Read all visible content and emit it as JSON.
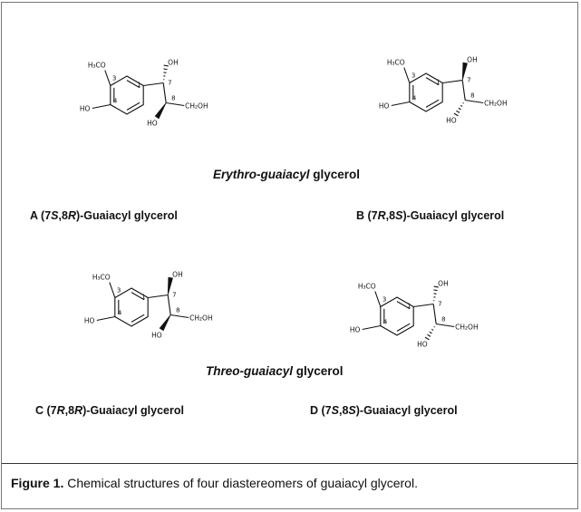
{
  "groups": {
    "erythro": {
      "prefix": "Erythro-guaiacyl",
      "suffix": " glycerol"
    },
    "threo": {
      "prefix": "Threo-guaiacyl",
      "suffix": " glycerol"
    }
  },
  "compounds": [
    {
      "letter": "A",
      "open": " (7",
      "c7": "S",
      "mid": ",8",
      "c8": "R",
      "close": ")-Guaiacyl glycerol"
    },
    {
      "letter": "B",
      "open": " (7",
      "c7": "R",
      "mid": ",8",
      "c8": "S",
      "close": ")-Guaiacyl glycerol"
    },
    {
      "letter": "C",
      "open": " (7",
      "c7": "R",
      "mid": ",8",
      "c8": "R",
      "close": ")-Guaiacyl glycerol"
    },
    {
      "letter": "D",
      "open": " (7",
      "c7": "S",
      "mid": ",8",
      "c8": "S",
      "close": ")-Guaiacyl glycerol"
    }
  ],
  "atoms": {
    "methoxy": "H₃CO",
    "ho": "HO",
    "oh": "OH",
    "ch2oh": "CH₂OH",
    "n1": "1",
    "n3": "3",
    "n4": "4",
    "n7": "7",
    "n8": "8"
  },
  "caption": {
    "label": "Figure 1.",
    "text": " Chemical structures of four diastereomers of guaiacyl glycerol."
  }
}
